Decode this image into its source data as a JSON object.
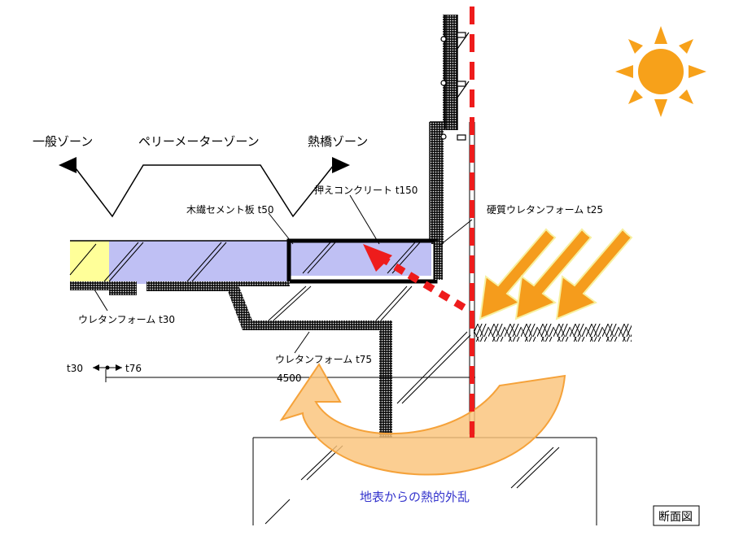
{
  "zones": {
    "general": "一般ゾーン",
    "perimeter": "ペリーメーターゾーン",
    "thermal_bridge": "熱橋ゾーン"
  },
  "materials": {
    "topping_concrete": "押えコンクリート t150",
    "wood_cement_board": "木繊セメント板 t50",
    "rigid_urethane": "硬質ウレタンフォーム t25",
    "urethane_t30": "ウレタンフォーム t30",
    "urethane_t75": "ウレタンフォーム t75"
  },
  "dimensions": {
    "t30": "t30",
    "t76": "t76",
    "length": "4500"
  },
  "annotations": {
    "ground_disturbance": "地表からの熱的外乱",
    "view_label": "断面図"
  },
  "colors": {
    "sun": "#F7A11A",
    "thermal_arrow": "#F59C1C",
    "thermal_arrow_outline": "#F7F0A0",
    "ground_arrow_fill": "#FAC37A",
    "ground_arrow_stroke": "#F5A23A",
    "heat_line": "#EE1C1C",
    "insulation_fill": "#BFC0F4",
    "concrete_fill": "#FFFF99",
    "disturbance_text": "#3333CC"
  }
}
